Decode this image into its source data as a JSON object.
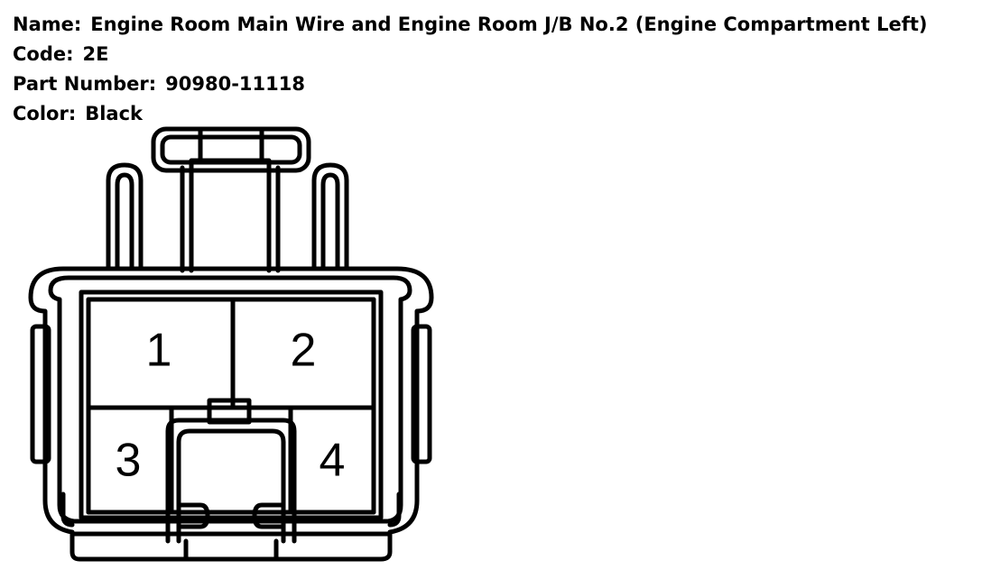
{
  "connector": {
    "name_label": "Name:",
    "name_value": "Engine Room Main Wire and Engine Room J/B No.2 (Engine Compartment Left)",
    "code_label": "Code:",
    "code_value": "2E",
    "part_label": "Part Number:",
    "part_value": "90980-11118",
    "color_label": "Color:",
    "color_value": "Black"
  },
  "pins": [
    "1",
    "2",
    "3",
    "4"
  ]
}
